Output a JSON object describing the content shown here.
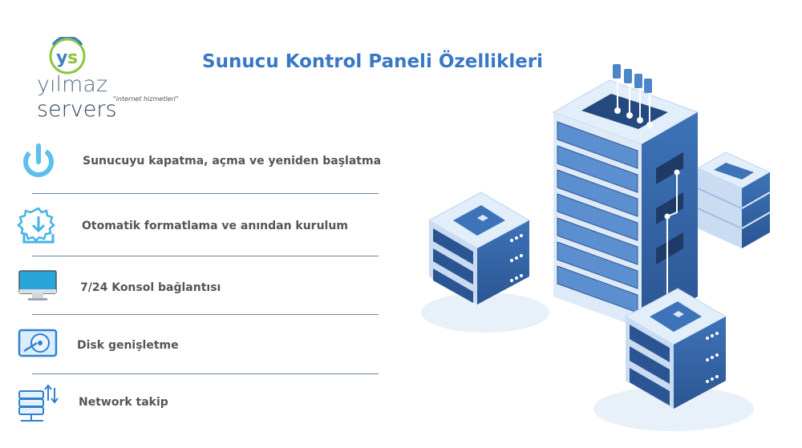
{
  "logo": {
    "monogram": "YS",
    "brand_part1": "yılmaz",
    "brand_part2": "servers",
    "tagline": "internet hizmetleri"
  },
  "title": "Sunucu Kontrol Paneli Özellikleri",
  "features": [
    {
      "label": "Sunucuyu kapatma, açma ve yeniden başlatma",
      "icon": "power-icon"
    },
    {
      "label": "Otomatik formatlama ve anından kurulum",
      "icon": "gear-download-icon"
    },
    {
      "label": "7/24 Konsol bağlantısı",
      "icon": "monitor-icon"
    },
    {
      "label": "Disk genişletme",
      "icon": "hard-disk-icon"
    },
    {
      "label": "Network takip",
      "icon": "network-server-icon"
    }
  ],
  "colors": {
    "title": "#3a78c4",
    "accent": "#4aa8e8",
    "server_dark": "#2f5d9a",
    "server_light": "#dce9f7"
  }
}
